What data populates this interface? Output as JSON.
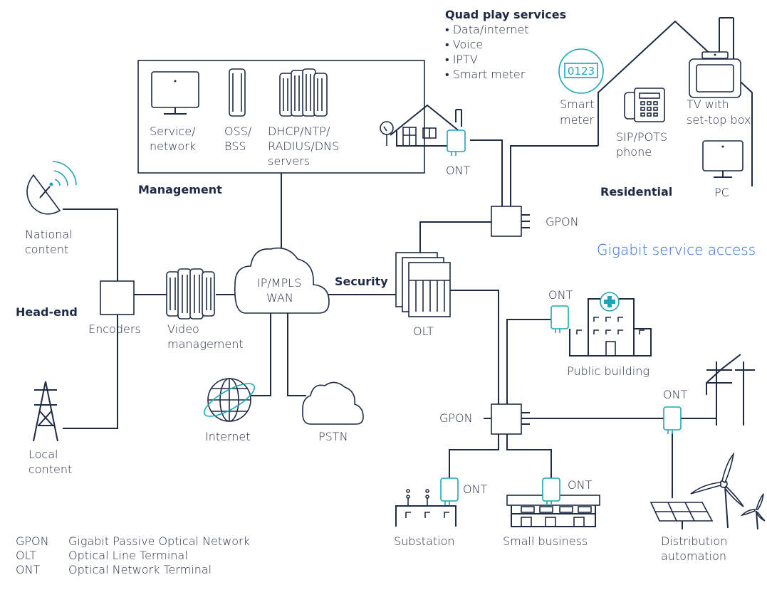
{
  "colors": {
    "ink": "#1f2a44",
    "accent": "#1aa6b7",
    "heading_blue": "#2a6ad9",
    "background": "#ffffff"
  },
  "quad_play": {
    "title": "Quad play services",
    "items": [
      "• Data/internet",
      "• Voice",
      "• IPTV",
      "• Smart meter"
    ]
  },
  "management": {
    "title": "Management",
    "service": [
      "Service/",
      "network"
    ],
    "oss": [
      "OSS/",
      "BSS"
    ],
    "dhcp": [
      "DHCP/NTP/",
      "RADIUS/DNS",
      "servers"
    ]
  },
  "headend": {
    "title": "Head-end",
    "national": [
      "National",
      "content"
    ],
    "local": [
      "Local",
      "content"
    ],
    "encoders": "Encoders",
    "video": [
      "Video",
      "management"
    ]
  },
  "core": {
    "wan": [
      "IP/MPLS",
      "WAN"
    ],
    "security": "Security",
    "internet": "Internet",
    "pstn": "PSTN",
    "olt": "OLT"
  },
  "residential": {
    "title": "Residential",
    "smart_meter_display": "0123",
    "smart_meter": [
      "Smart",
      "meter"
    ],
    "phone": [
      "SIP/POTS",
      "phone"
    ],
    "tv": [
      "TV with",
      "set-top box"
    ],
    "pc": "PC",
    "ont": "ONT"
  },
  "access": {
    "gpon_top": "GPON",
    "gpon_bottom": "GPON",
    "gigabit": "Gigabit service access",
    "ont_public": "ONT",
    "public_building": "Public building",
    "ont_distribution": "ONT",
    "distribution": [
      "Distribution",
      "automation"
    ],
    "ont_substation": "ONT",
    "substation": "Substation",
    "ont_business": "ONT",
    "small_business": "Small business"
  },
  "legend": [
    {
      "abbr": "GPON",
      "text": "Gigabit Passive Optical Network"
    },
    {
      "abbr": "OLT",
      "text": "Optical Line Terminal"
    },
    {
      "abbr": "ONT",
      "text": "Optical Network Terminal"
    }
  ]
}
